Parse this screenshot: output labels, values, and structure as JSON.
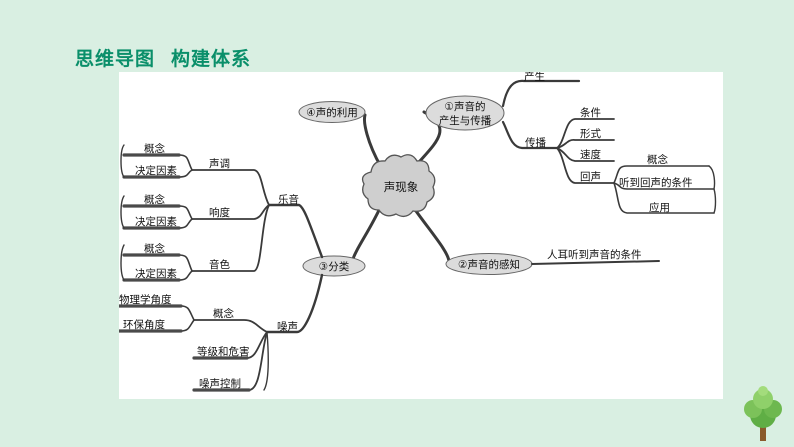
{
  "header": {
    "part1": "思维导图",
    "part2": "构建体系"
  },
  "center": {
    "label": "声现象"
  },
  "branches": {
    "use": "④声的利用",
    "production": {
      "line1": "①声音的",
      "line2": "产生与传播"
    },
    "perception": "②声音的感知",
    "classification": "③分类"
  },
  "production_items": {
    "produce": "产生",
    "propagate": "传播",
    "condition": "条件",
    "form": "形式",
    "speed": "速度",
    "echo": "回声",
    "echo_concept": "概念",
    "echo_condition": "听到回声的条件",
    "echo_apply": "应用"
  },
  "perception_items": {
    "condition": "人耳听到声音的条件"
  },
  "classification_items": {
    "music": "乐音",
    "noise": "噪声",
    "pitch": "声调",
    "loudness": "响度",
    "timbre": "音色",
    "concept": "概念",
    "factor": "决定因素",
    "noise_concept": "概念",
    "physics_angle": "物理学角度",
    "env_angle": "环保角度",
    "level_harm": "等级和危害",
    "noise_control": "噪声控制"
  }
}
